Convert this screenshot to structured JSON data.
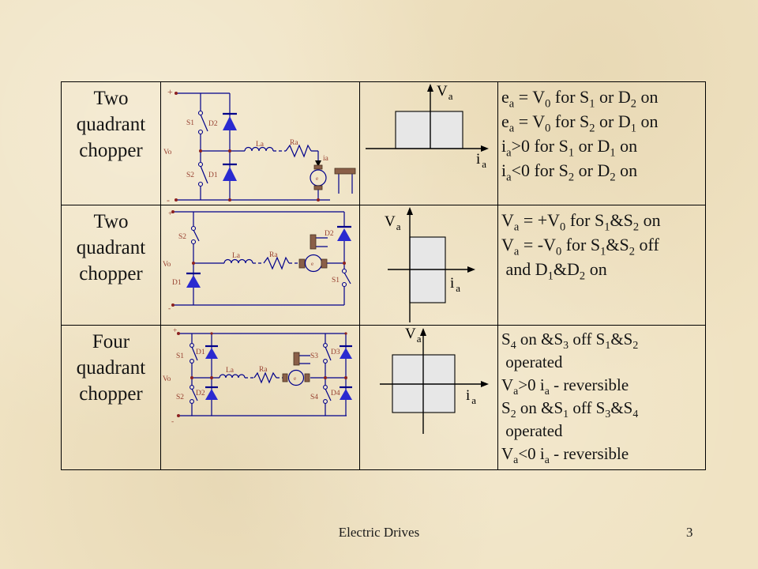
{
  "footer": {
    "title": "Electric Drives",
    "page_number": "3"
  },
  "colors": {
    "background": "#f0e3c3",
    "circuit_line": "#00008b",
    "diode_fill": "#2a2ad0",
    "circuit_label": "#974030",
    "brush_brown": "#8a5f48",
    "quadrant_fill": "#e7e7e7"
  },
  "table": {
    "rows": [
      {
        "title": "Two quadrant chopper",
        "circuit_labels": {
          "plus": "+",
          "minus": "-",
          "vo": "Vo",
          "s1": "S1",
          "s2": "S2",
          "d1": "D1",
          "d2": "D2",
          "la": "La",
          "ra": "Ra",
          "ia": "ia",
          "ea": "e"
        },
        "quadrant_labels": {
          "v": "V",
          "v_sub": "a",
          "i": "i",
          "i_sub": "a"
        },
        "description_lines": [
          "e<sub>a</sub> = V<sub>0</sub> for S<sub>1</sub> or D<sub>2</sub> on",
          "e<sub>a</sub> = V<sub>0</sub> for S<sub>2</sub> or D<sub>1</sub> on",
          "i<sub>a</sub>&gt;0 for S<sub>1</sub> or D<sub>1</sub> on",
          "i<sub>a</sub>&lt;0 for S<sub>2</sub> or D<sub>2</sub> on"
        ]
      },
      {
        "title": "Two quadrant chopper",
        "circuit_labels": {
          "plus": "+",
          "minus": "-",
          "vo": "Vo",
          "s1": "S1",
          "s2": "S2",
          "d1": "D1",
          "d2": "D2",
          "la": "La",
          "ra": "Ra",
          "ea": "e"
        },
        "quadrant_labels": {
          "v": "V",
          "v_sub": "a",
          "i": "i",
          "i_sub": "a"
        },
        "description_lines": [
          "V<sub>a</sub> = +V<sub>0</sub> for S<sub>1</sub>&amp;S<sub>2</sub> on",
          "V<sub>a</sub> = -V<sub>0</sub> for S<sub>1</sub>&amp;S<sub>2</sub> off",
          "&nbsp;and D<sub>1</sub>&amp;D<sub>2</sub> on"
        ]
      },
      {
        "title": "Four quadrant chopper",
        "circuit_labels": {
          "plus": "+",
          "minus": "-",
          "vo": "Vo",
          "s1": "S1",
          "s2": "S2",
          "s3": "S3",
          "s4": "S4",
          "d1": "D1",
          "d2": "D2",
          "d3": "D3",
          "d4": "D4",
          "la": "La",
          "ra": "Ra",
          "ea": "e"
        },
        "quadrant_labels": {
          "v": "V",
          "v_sub": "a",
          "i": "i",
          "i_sub": "a"
        },
        "description_lines": [
          "S<sub>4</sub> on &amp;S<sub>3</sub> off S<sub>1</sub>&amp;S<sub>2</sub>",
          "&nbsp;operated",
          "V<sub>a</sub>&gt;0 i<sub>a</sub> - reversible",
          "S<sub>2</sub> on &amp;S<sub>1</sub> off S<sub>3</sub>&amp;S<sub>4</sub>",
          "&nbsp;operated",
          "V<sub>a</sub>&lt;0 i<sub>a</sub> - reversible"
        ]
      }
    ]
  }
}
